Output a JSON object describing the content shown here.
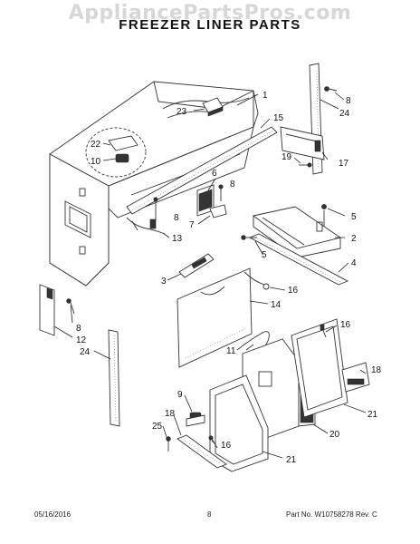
{
  "watermark": "AppliancePartsPros.com",
  "title": "FREEZER LINER PARTS",
  "footer": {
    "date": "05/16/2016",
    "page": "8",
    "part_no": "Part No.  W10758278  Rev. C"
  },
  "callouts": {
    "c1": "1",
    "c2": "2",
    "c3": "3",
    "c4": "4",
    "c5a": "5",
    "c5b": "5",
    "c6": "6",
    "c7": "7",
    "c8a": "8",
    "c8b": "8",
    "c8c": "8",
    "c8d": "8",
    "c9": "9",
    "c10": "10",
    "c11": "11",
    "c12": "12",
    "c13": "13",
    "c14": "14",
    "c15": "15",
    "c16a": "16",
    "c16b": "16",
    "c16c": "16",
    "c17": "17",
    "c18a": "18",
    "c18b": "18",
    "c19": "19",
    "c20": "20",
    "c21a": "21",
    "c21b": "21",
    "c22": "22",
    "c23": "23",
    "c24a": "24",
    "c24b": "24",
    "c25": "25"
  }
}
